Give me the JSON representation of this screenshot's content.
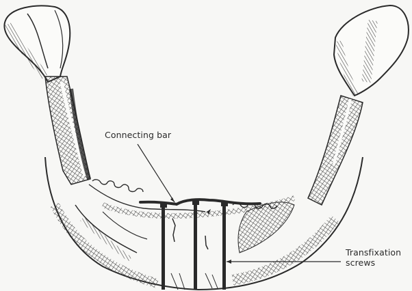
{
  "figure": {
    "subject": "Mandible with external fixation",
    "labels": {
      "connecting_bar": "Connecting bar",
      "transfixation_screws_line1": "Transfixation",
      "transfixation_screws_line2": "screws"
    },
    "colors": {
      "background": "#f7f7f5",
      "ink": "#2a2a2a",
      "hatch": "#3a3a3a"
    }
  }
}
